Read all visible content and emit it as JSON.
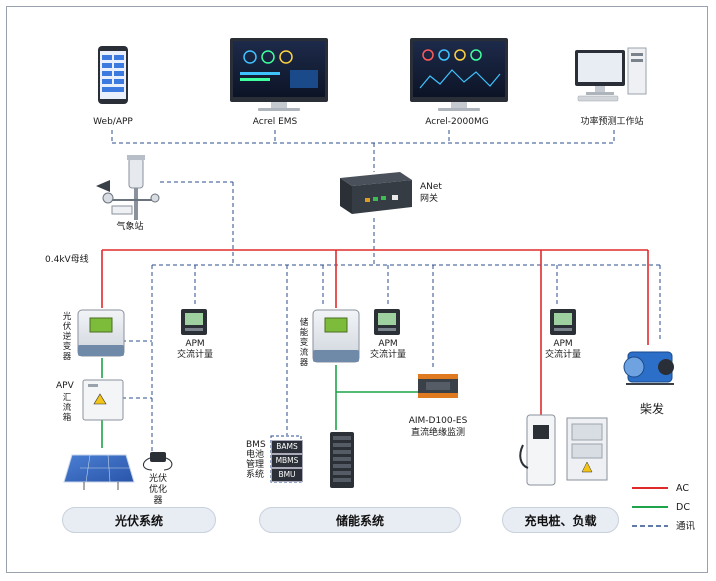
{
  "top_devices": {
    "web_app": "Web/APP",
    "ems": "Acrel EMS",
    "mg": "Acrel-2000MG",
    "forecast": "功率预测工作站"
  },
  "gateway": {
    "name": "ANet",
    "label": "网关"
  },
  "weather": "气象站",
  "bus_label": "0.4kV母线",
  "pv": {
    "inverter": "光伏逆变器",
    "combiner_model": "APV",
    "combiner": "汇流箱",
    "optimizer": "光伏优化器",
    "apm": "APM",
    "apm_sub": "交流计量",
    "group": "光伏系统"
  },
  "storage": {
    "converter": "储能变流器",
    "apm": "APM",
    "apm_sub": "交流计量",
    "aim": "AIM-D100-ES",
    "aim_sub": "直流绝缘监测",
    "bms_label": "BMS电池管理系统",
    "bms_boxes": [
      "BAMS",
      "MBMS",
      "BMU"
    ],
    "group": "储能系统"
  },
  "charging": {
    "apm": "APM",
    "apm_sub": "交流计量",
    "diesel": "柴发",
    "group": "充电桩、负载"
  },
  "legend": [
    {
      "label": "AC",
      "color": "#e02b2b",
      "style": "solid"
    },
    {
      "label": "DC",
      "color": "#1fa34a",
      "style": "solid"
    },
    {
      "label": "通讯",
      "color": "#2d4e8c",
      "style": "dashed"
    }
  ]
}
